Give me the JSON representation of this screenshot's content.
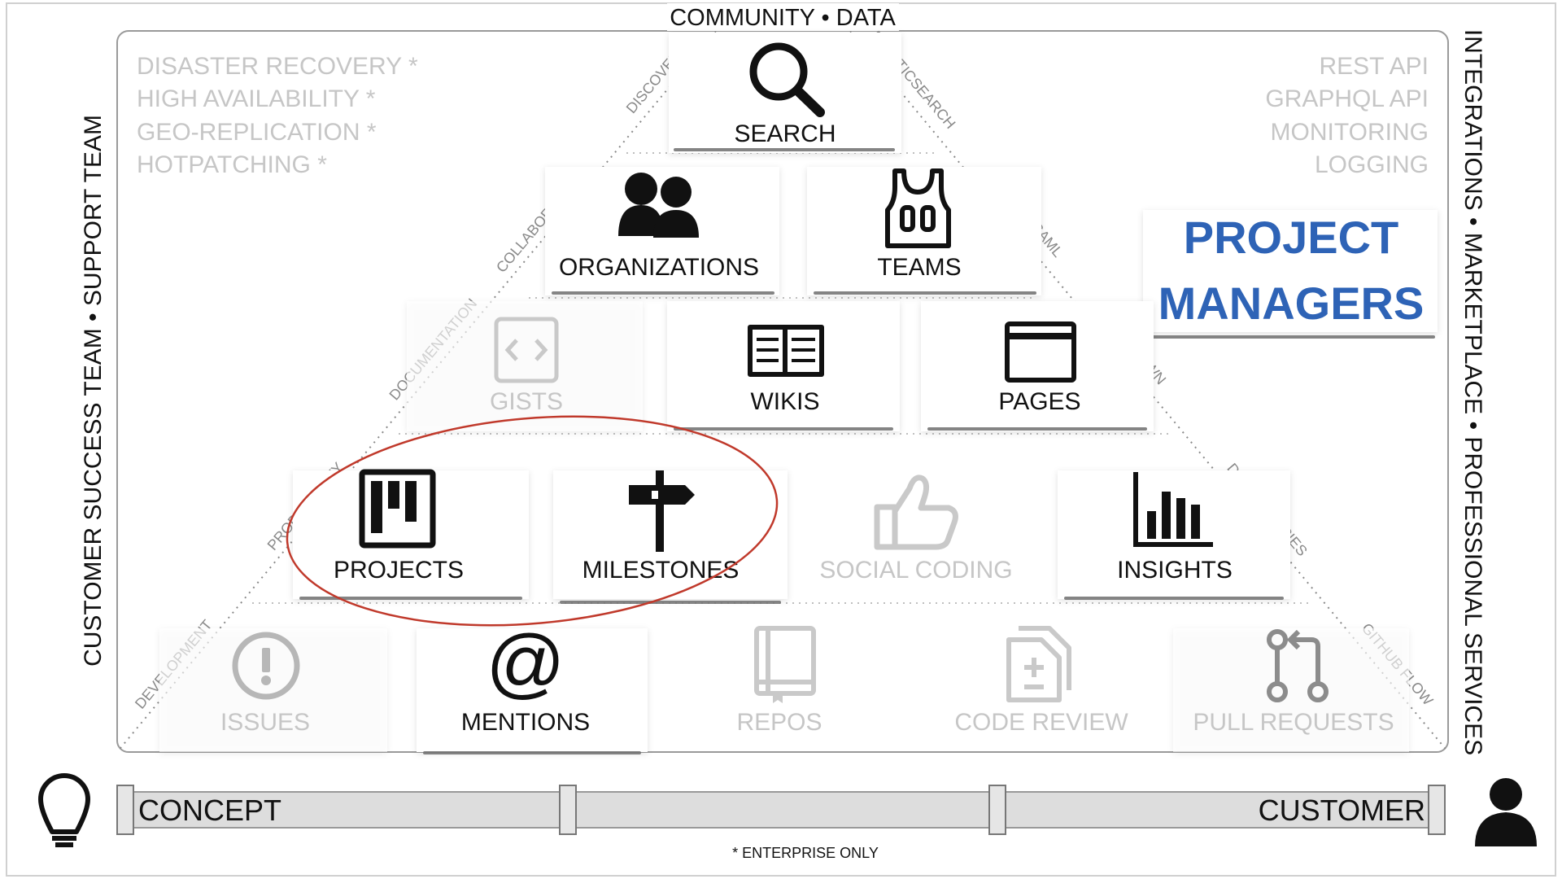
{
  "top_title": "COMMUNITY • DATA",
  "left_side": "CUSTOMER SUCCESS TEAM • SUPPORT TEAM",
  "right_side": "INTEGRATIONS • MARKETPLACE • PROFESSIONAL SERVICES",
  "left_list": [
    "DISASTER RECOVERY *",
    "HIGH AVAILABILITY *",
    "GEO-REPLICATION *",
    "HOTPATCHING *"
  ],
  "right_list": [
    "REST API",
    "GRAPHQL API",
    "MONITORING",
    "LOGGING"
  ],
  "persona": {
    "line1": "PROJECT",
    "line2": "MANAGERS",
    "color": "#2e63b6"
  },
  "edges_left": [
    "DISCOVERY",
    "COLLABORATION",
    "DOCUMENTATION",
    "PRODUCTIVITY",
    "DEVELOPMENT"
  ],
  "edges_right": [
    "ELASTICSEARCH",
    "LDAP * SAML",
    "MARKDOWN",
    "DEPENDENCIES",
    "GITHUB FLOW"
  ],
  "tiles": {
    "search": {
      "label": "SEARCH",
      "icon": "search-icon",
      "active": true
    },
    "organizations": {
      "label": "ORGANIZATIONS",
      "icon": "people-icon",
      "active": true
    },
    "teams": {
      "label": "TEAMS",
      "icon": "jersey-icon",
      "active": true
    },
    "gists": {
      "label": "GISTS",
      "icon": "code-icon",
      "active": false
    },
    "wikis": {
      "label": "WIKIS",
      "icon": "book-icon",
      "active": true
    },
    "pages": {
      "label": "PAGES",
      "icon": "browser-window-icon",
      "active": true
    },
    "projects": {
      "label": "PROJECTS",
      "icon": "kanban-board-icon",
      "active": true
    },
    "milestones": {
      "label": "MILESTONES",
      "icon": "signpost-icon",
      "active": true
    },
    "social_coding": {
      "label": "SOCIAL CODING",
      "icon": "thumbs-up-icon",
      "active": false
    },
    "insights": {
      "label": "INSIGHTS",
      "icon": "bar-chart-icon",
      "active": true
    },
    "issues": {
      "label": "ISSUES",
      "icon": "exclamation-circle-icon",
      "active": false
    },
    "mentions": {
      "label": "MENTIONS",
      "icon": "at-sign-icon",
      "active": true
    },
    "repos": {
      "label": "REPOS",
      "icon": "repo-book-icon",
      "active": false
    },
    "code_review": {
      "label": "CODE REVIEW",
      "icon": "diff-file-icon",
      "active": false
    },
    "pull_requests": {
      "label": "PULL REQUESTS",
      "icon": "pull-request-icon",
      "active": false
    }
  },
  "highlight_color": "#c0392b",
  "timeline": {
    "start": "CONCEPT",
    "end": "CUSTOMER"
  },
  "footnote": "* ENTERPRISE ONLY"
}
